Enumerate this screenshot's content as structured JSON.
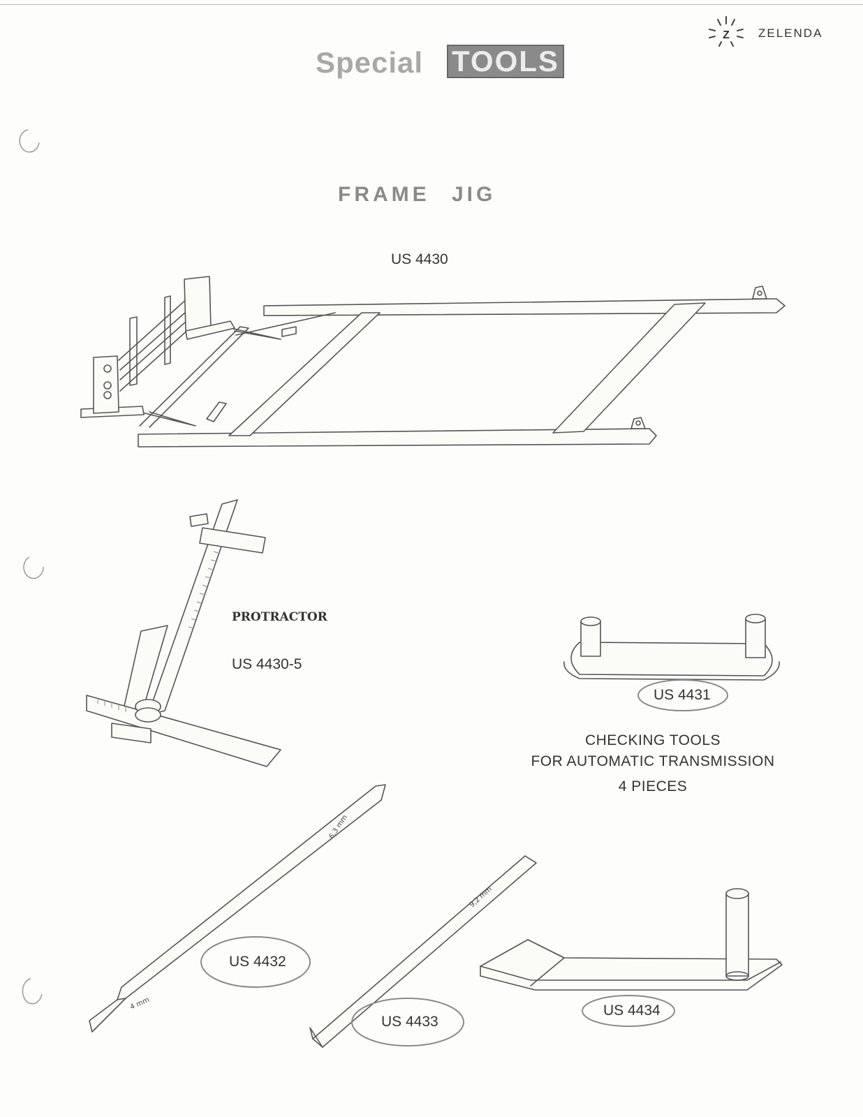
{
  "header": {
    "brand_logo_letter": "Z",
    "brand_name": "ZELENDA",
    "title_special": "Special",
    "title_tools": "TOOLS"
  },
  "sections": {
    "frame_jig": {
      "title": "FRAME JIG",
      "code": "US 4430"
    },
    "protractor": {
      "title": "PROTRACTOR",
      "code": "US 4430-5"
    },
    "checking_tools": {
      "line1": "CHECKING TOOLS",
      "line2": "FOR AUTOMATIC TRANSMISSION",
      "line3": "4 PIECES"
    }
  },
  "tools": [
    {
      "code": "US 4431"
    },
    {
      "code": "US 4432",
      "marking_a": "6,3 mm",
      "marking_b": "4 mm"
    },
    {
      "code": "US 4433",
      "marking_a": "9,2 mm"
    },
    {
      "code": "US 4434"
    }
  ]
}
